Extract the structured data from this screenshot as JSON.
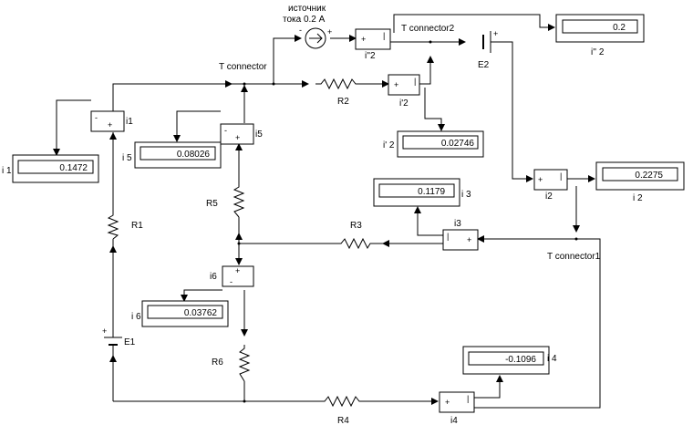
{
  "labels": {
    "source_line1": "источник",
    "source_line2": "тока 0.2 А",
    "t_connector": "T connector",
    "t_connector1": "T connector1",
    "t_connector2": "T connector2",
    "e1": "E1",
    "e2": "E2",
    "r1": "R1",
    "r2": "R2",
    "r3": "R3",
    "r4": "R4",
    "r5": "R5",
    "r6": "R6",
    "ammeter_i1": "i1",
    "ammeter_i2": "i2",
    "ammeter_i3": "i3",
    "ammeter_i4": "i4",
    "ammeter_i5": "i5",
    "ammeter_i6": "i6",
    "ammeter_ip2": "i'2",
    "ammeter_ipp2": "i''2"
  },
  "displays": {
    "i1": {
      "name": "i 1",
      "value": "0.1472"
    },
    "i2": {
      "name": "i 2",
      "value": "0.2275"
    },
    "i3": {
      "name": "i 3",
      "value": "0.1179"
    },
    "i4": {
      "name": "i 4",
      "value": "-0.1096"
    },
    "i5": {
      "name": "i 5",
      "value": "0.08026"
    },
    "i6": {
      "name": "i 6",
      "value": "0.03762"
    },
    "ip2": {
      "name": "i' 2",
      "value": "0.02746"
    },
    "ipp2": {
      "name": "i'' 2",
      "value": "0.2"
    }
  },
  "symbols": {
    "plus": "+",
    "minus": "-",
    "bar": "|"
  }
}
